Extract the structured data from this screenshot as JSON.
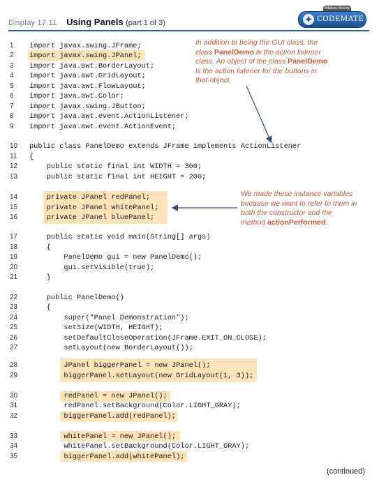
{
  "header": {
    "display_label": "Display 17.11",
    "title": "Using Panels",
    "part": "(part 1 of 3)"
  },
  "logo": {
    "badge_small": "Addison-Wesley",
    "text": "CODEMATE"
  },
  "code_lines": [
    {
      "n": "1",
      "t": "import javax.swing.JFrame;"
    },
    {
      "n": "2",
      "t": "import javax.swing.JPanel;"
    },
    {
      "n": "3",
      "t": "import java.awt.BorderLayout;"
    },
    {
      "n": "4",
      "t": "import java.awt.GridLayout;"
    },
    {
      "n": "5",
      "t": "import java.awt.FlowLayout;"
    },
    {
      "n": "6",
      "t": "import java.awt.Color;"
    },
    {
      "n": "7",
      "t": "import javax.swing.JButton;"
    },
    {
      "n": "8",
      "t": "import java.awt.event.ActionListener;"
    },
    {
      "n": "9",
      "t": "import java.awt.event.ActionEvent;"
    },
    {
      "n": "10",
      "t": "public class PanelDemo extends JFrame implements ActionListener"
    },
    {
      "n": "11",
      "t": "{"
    },
    {
      "n": "12",
      "t": "    public static final int WIDTH = 300;"
    },
    {
      "n": "13",
      "t": "    public static final int HEIGHT = 200;"
    },
    {
      "n": "14",
      "t": "    private JPanel redPanel;"
    },
    {
      "n": "15",
      "t": "    private JPanel whitePanel;"
    },
    {
      "n": "16",
      "t": "    private JPanel bluePanel;"
    },
    {
      "n": "17",
      "t": "    public static void main(String[] args)"
    },
    {
      "n": "18",
      "t": "    {"
    },
    {
      "n": "19",
      "t": "        PanelDemo gui = new PanelDemo();"
    },
    {
      "n": "20",
      "t": "        gui.setVisible(true);"
    },
    {
      "n": "21",
      "t": "    }"
    },
    {
      "n": "22",
      "t": "    public PanelDemo()"
    },
    {
      "n": "23",
      "t": "    {"
    },
    {
      "n": "24",
      "t": "        super(\"Panel Demonstration\");"
    },
    {
      "n": "25",
      "t": "        setSize(WIDTH, HEIGHT);"
    },
    {
      "n": "26",
      "t": "        setDefaultCloseOperation(JFrame.EXIT_ON_CLOSE);"
    },
    {
      "n": "27",
      "t": "        setLayout(new BorderLayout());"
    },
    {
      "n": "28",
      "t": "        JPanel biggerPanel = new JPanel();"
    },
    {
      "n": "29",
      "t": "        biggerPanel.setLayout(new GridLayout(1, 3));"
    },
    {
      "n": "30",
      "t": "        redPanel = new JPanel();"
    },
    {
      "n": "31",
      "t": "        redPanel.setBackground(Color.LIGHT_GRAY);"
    },
    {
      "n": "32",
      "t": "        biggerPanel.add(redPanel);"
    },
    {
      "n": "33",
      "t": "        whitePanel = new JPanel();"
    },
    {
      "n": "34",
      "t": "        whitePanel.setBackground(Color.LIGHT_GRAY);"
    },
    {
      "n": "35",
      "t": "        biggerPanel.add(whitePanel);"
    }
  ],
  "notes": {
    "note1": {
      "l1": "In addition to being the GUI class, the",
      "l2a": "class ",
      "l2b": "PanelDemo",
      "l2c": " is the action listener",
      "l3": "class. An object of the class ",
      "l3b": "PanelDemo",
      "l4": "is the action listener for the buttons in",
      "l5": "that object."
    },
    "note2": {
      "l1": "We made these instance variables",
      "l2": "because we want to refer to them in",
      "l3": "both the constructor and the",
      "l4a": "method ",
      "l4b": "actionPerformed",
      "l4c": "."
    }
  },
  "footer": {
    "continued": "(continued)"
  },
  "colors": {
    "highlight": "#fce3b8",
    "note": "#c45a3a",
    "rule": "#2b5a8f"
  }
}
